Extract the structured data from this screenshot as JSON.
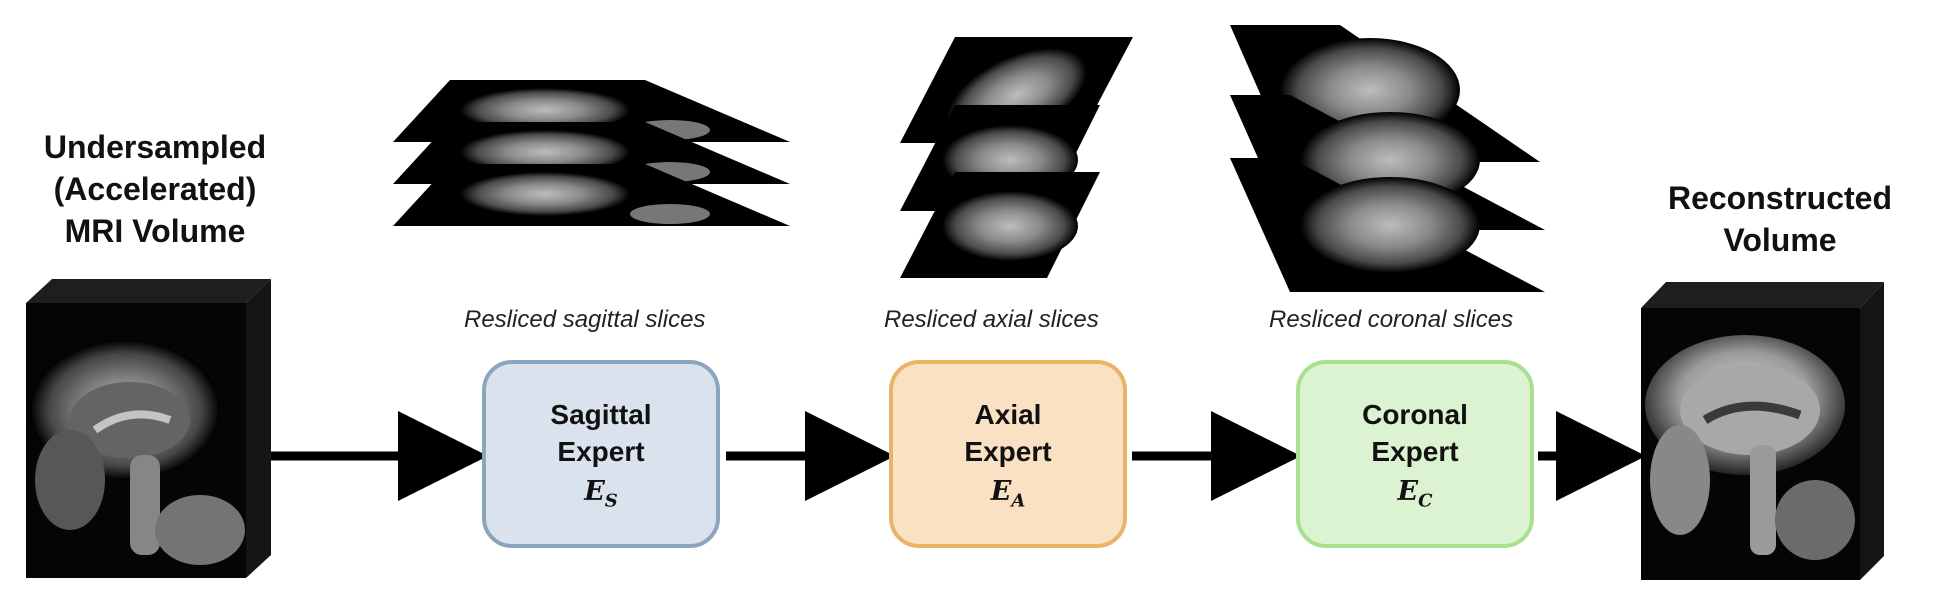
{
  "input_title": [
    "Undersampled",
    "(Accelerated)",
    "MRI Volume"
  ],
  "output_title": [
    "Reconstructed",
    "Volume"
  ],
  "captions": {
    "sagittal": "Resliced sagittal slices",
    "axial": "Resliced axial slices",
    "coronal": "Resliced coronal slices"
  },
  "experts": [
    {
      "name_line1": "Sagittal",
      "name_line2": "Expert",
      "symbol": "E",
      "subscript": "S",
      "fill": "#dae3ed",
      "border": "#8ca5bf"
    },
    {
      "name_line1": "Axial",
      "name_line2": "Expert",
      "symbol": "E",
      "subscript": "A",
      "fill": "#fae1c4",
      "border": "#e8b466"
    },
    {
      "name_line1": "Coronal",
      "name_line2": "Expert",
      "symbol": "E",
      "subscript": "C",
      "fill": "#dcf3d2",
      "border": "#a8e08e"
    }
  ],
  "colors": {
    "arrow": "#000000",
    "cube": "#000000"
  }
}
